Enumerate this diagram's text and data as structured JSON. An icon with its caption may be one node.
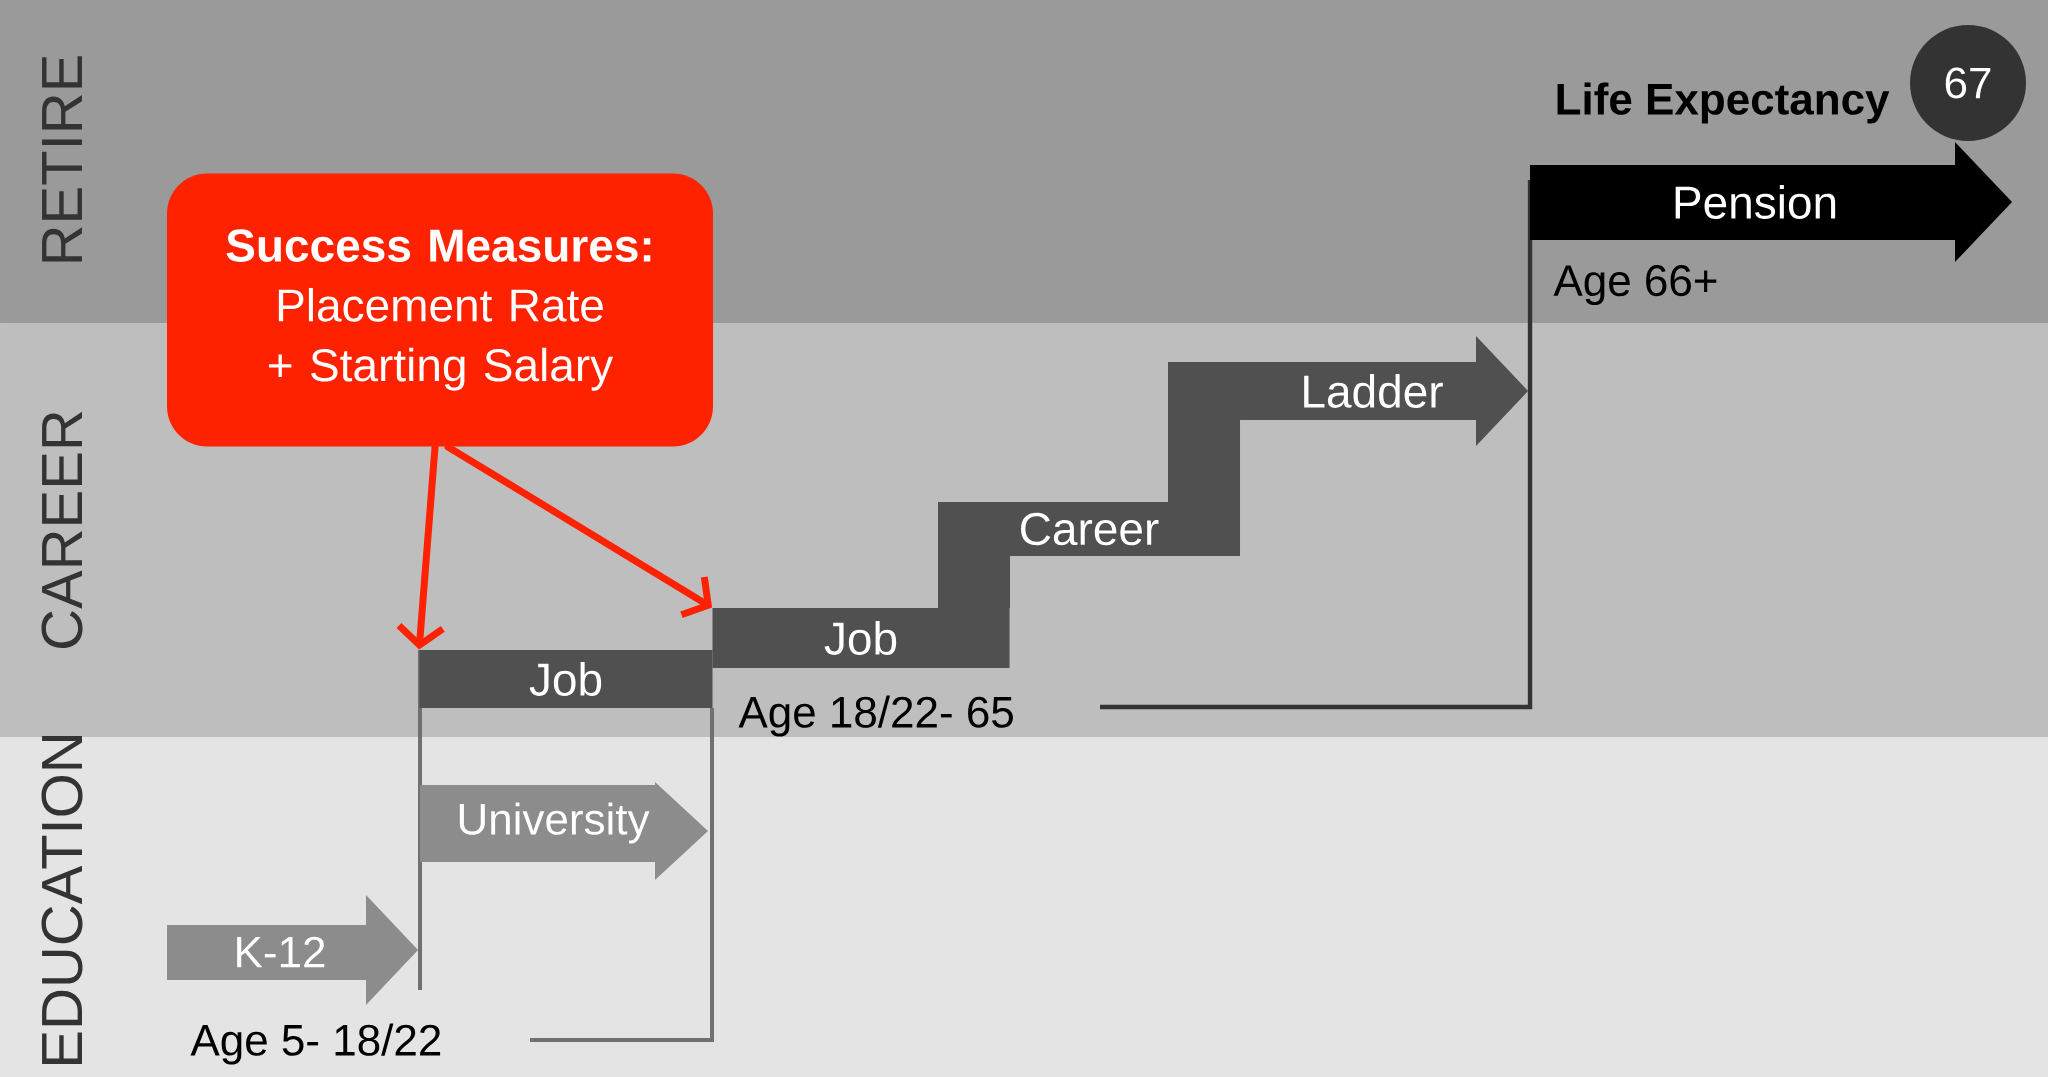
{
  "diagram": {
    "nodes": [
      {
        "text": [
          "Success Measures:",
          "Placement Rate + Starting Salary"
        ]
      },
      {
        "text": [
          "K-12"
        ]
      },
      {
        "text": [
          "University"
        ]
      },
      {
        "text": [
          "Job"
        ]
      },
      {
        "text": [
          "Job"
        ]
      },
      {
        "text": [
          "Career"
        ]
      },
      {
        "text": [
          "Ladder"
        ]
      },
      {
        "text": [
          "Pension"
        ]
      },
      {
        "text": [
          "67"
        ],
        "beside": [
          "Life Expectancy"
        ]
      }
    ],
    "edges": [
      {
        "from": 0,
        "to": 3,
        "arrow": "to",
        "color": "#ff2200"
      },
      {
        "from": 0,
        "to": 4,
        "arrow": "to",
        "color": "#ff2200"
      }
    ],
    "labels": [
      "RETIRE",
      "CAREER",
      "EDUCATION",
      "Age 66+",
      "Age 18/22- 65",
      "Age 5- 18/22"
    ]
  }
}
